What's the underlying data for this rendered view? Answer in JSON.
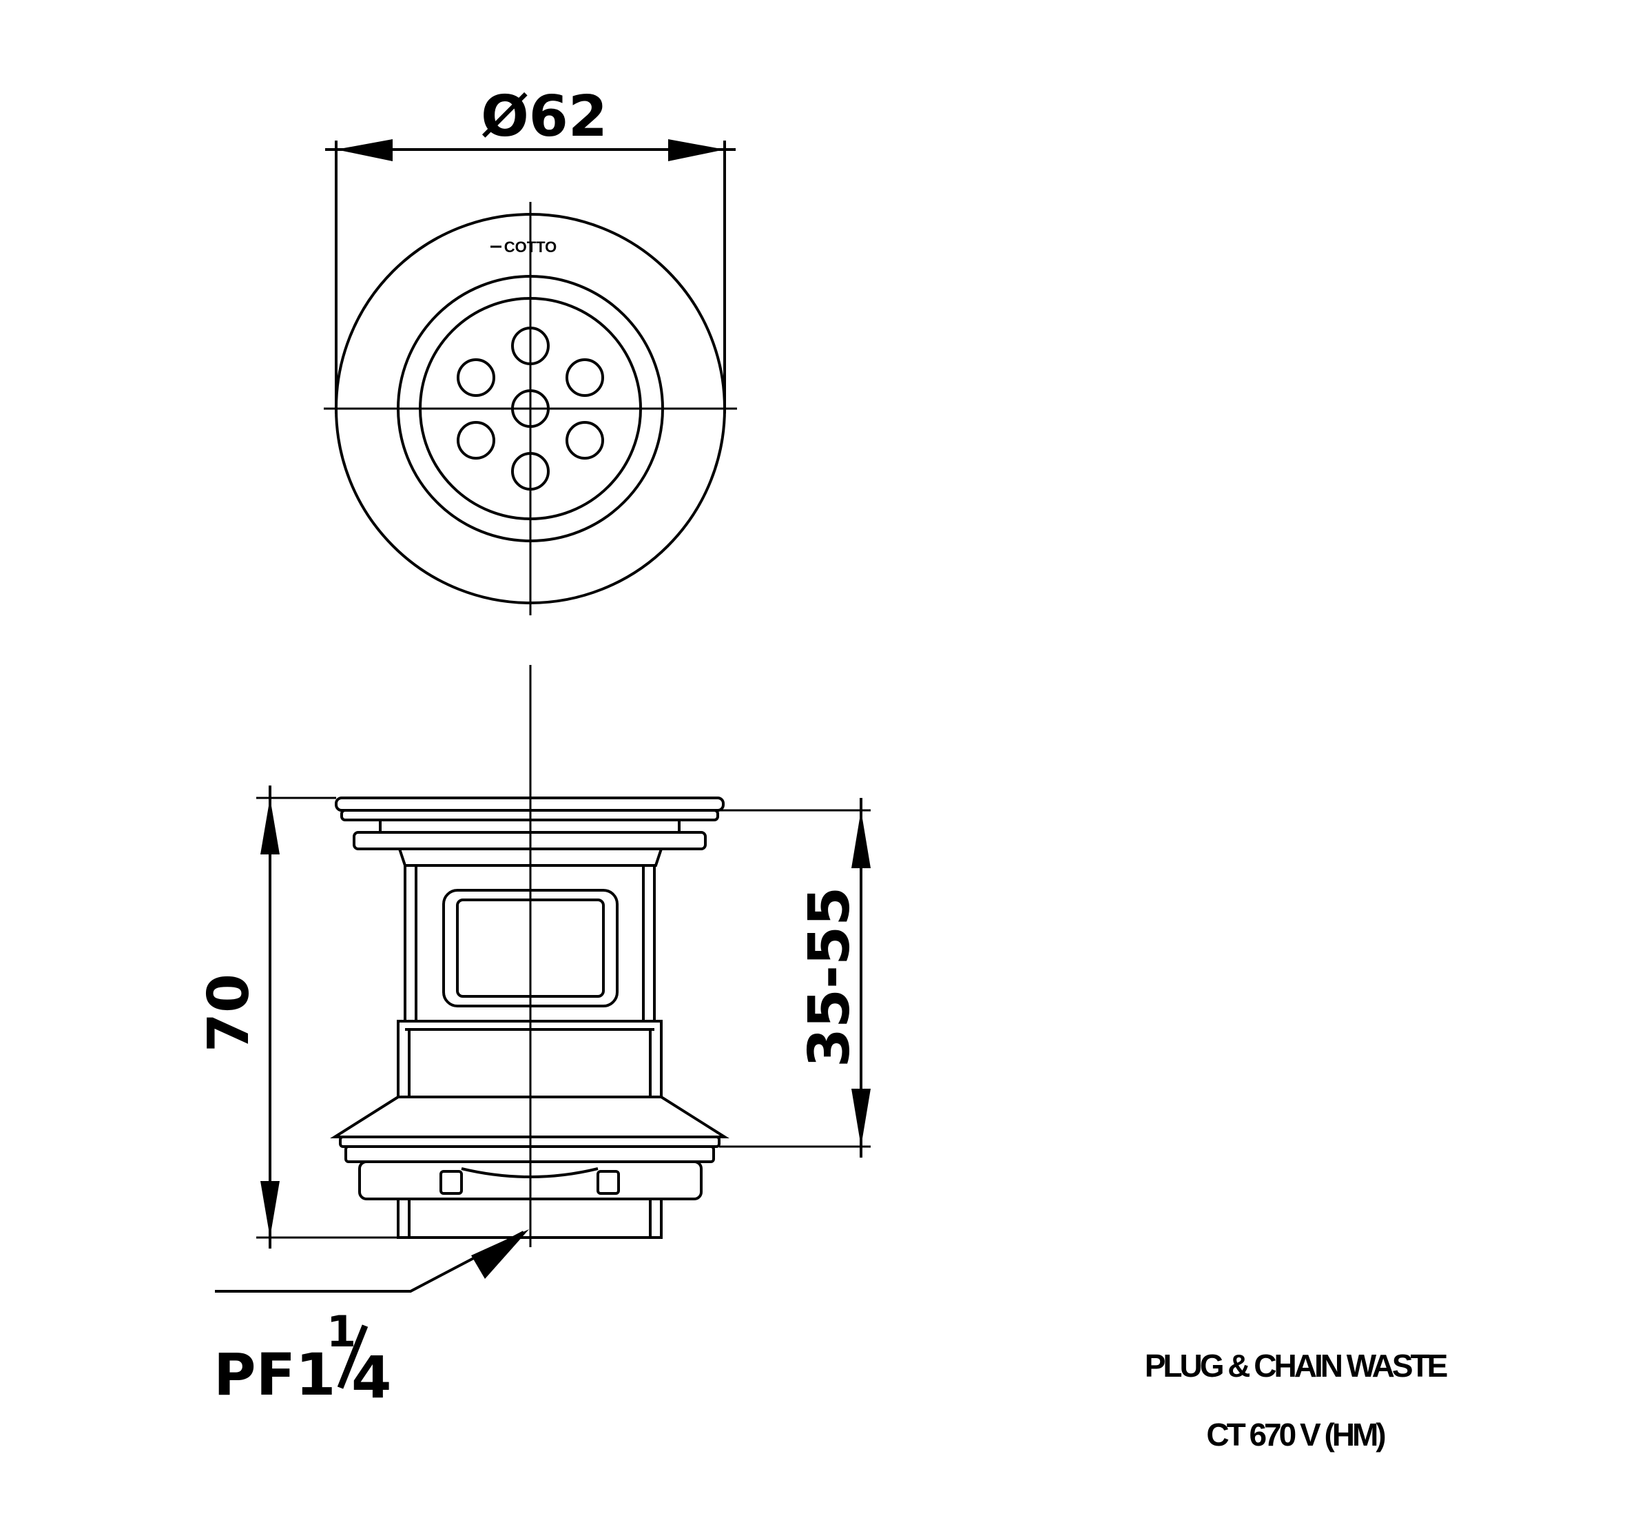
{
  "top_view": {
    "diameter_label": "Ø62",
    "logo_text": "COTTO"
  },
  "side_view": {
    "height_label": "70",
    "range_label": "35-55",
    "thread_main": "PF1",
    "thread_num": "1",
    "thread_den": "4"
  },
  "title_block": {
    "line1": "PLUG & CHAIN WASTE",
    "line2": "CT 670 V (HM)"
  }
}
